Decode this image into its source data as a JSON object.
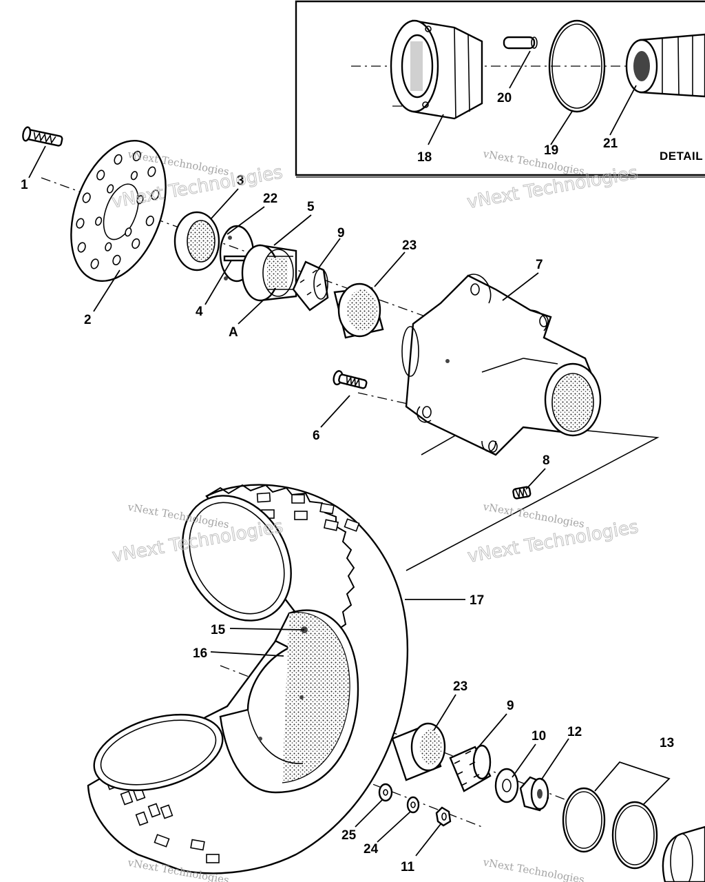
{
  "callouts": {
    "c1": "1",
    "c2": "2",
    "c3": "3",
    "c4": "4",
    "c5": "5",
    "c6": "6",
    "c7": "7",
    "c8": "8",
    "c9a": "9",
    "c9b": "9",
    "c10": "10",
    "c11": "11",
    "c12": "12",
    "c13": "13",
    "c15": "15",
    "c16": "16",
    "c17": "17",
    "c18": "18",
    "c19": "19",
    "c20": "20",
    "c21": "21",
    "c22": "22",
    "c23a": "23",
    "c23b": "23",
    "c24": "24",
    "c25": "25",
    "cA": "A"
  },
  "detail_label": "DETAIL",
  "watermark": {
    "line1": "vNext Technologies",
    "line2": "vNext Technologies"
  }
}
